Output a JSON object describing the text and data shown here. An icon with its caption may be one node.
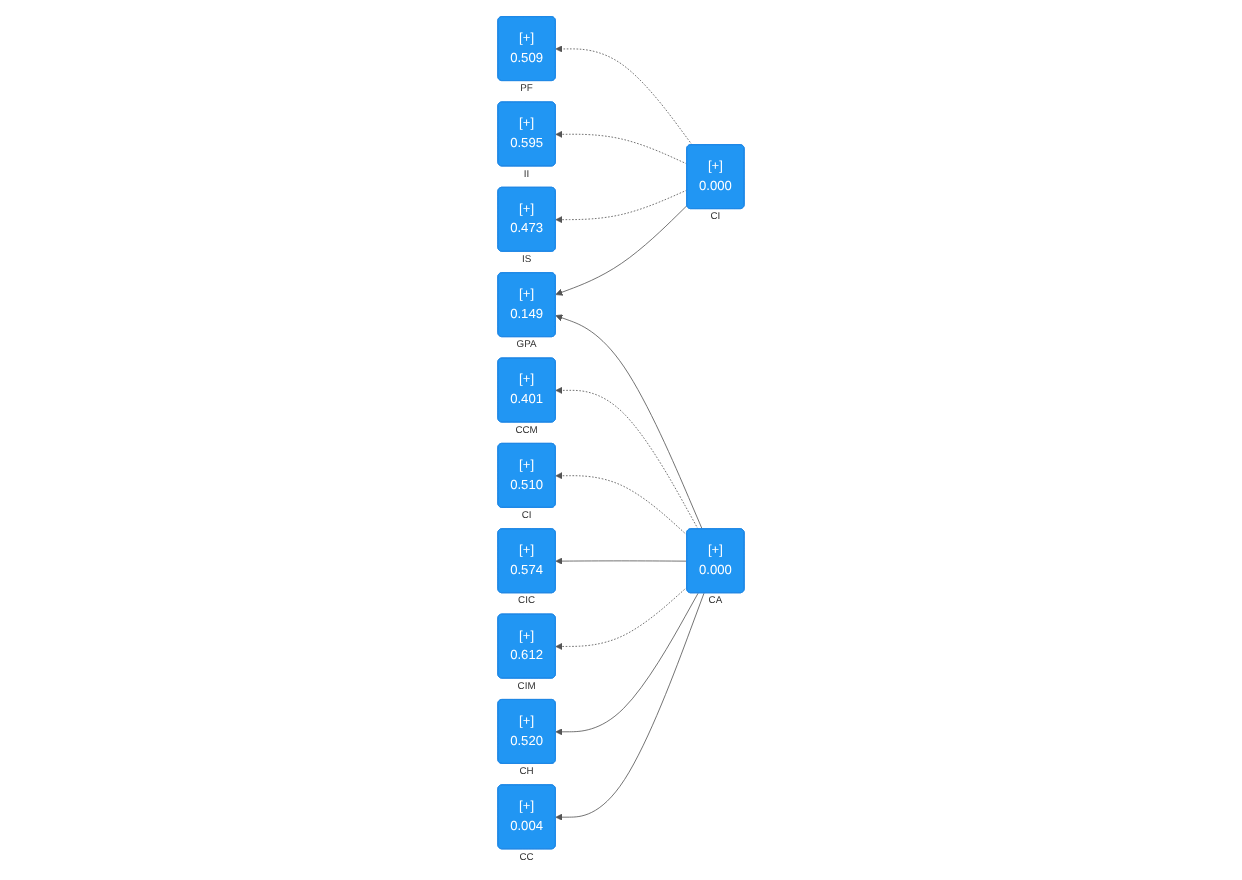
{
  "diagram": {
    "nodes": [
      {
        "text": [
          "[+]",
          "0.509"
        ],
        "beside": [
          "PF"
        ]
      },
      {
        "text": [
          "[+]",
          "0.595"
        ],
        "beside": [
          "II"
        ]
      },
      {
        "text": [
          "[+]",
          "0.473"
        ],
        "beside": [
          "IS"
        ]
      },
      {
        "text": [
          "[+]",
          "0.000"
        ],
        "beside": [
          "CI"
        ]
      },
      {
        "text": [
          "[+]",
          "0.149"
        ],
        "beside": [
          "GPA"
        ]
      },
      {
        "text": [
          "[+]",
          "0.401"
        ],
        "beside": [
          "CCM"
        ]
      },
      {
        "text": [
          "[+]",
          "0.510"
        ],
        "beside": [
          "CI"
        ]
      },
      {
        "text": [
          "[+]",
          "0.574"
        ],
        "beside": [
          "CIC"
        ]
      },
      {
        "text": [
          "[+]",
          "0.612"
        ],
        "beside": [
          "CIM"
        ]
      },
      {
        "text": [
          "[+]",
          "0.520"
        ],
        "beside": [
          "CH"
        ]
      },
      {
        "text": [
          "[+]",
          "0.004"
        ],
        "beside": [
          "CC"
        ]
      },
      {
        "text": [
          "[+]",
          "0.000"
        ],
        "beside": [
          "CA"
        ]
      }
    ],
    "edges": [
      {
        "from": 3,
        "to": 0,
        "arrow": "to",
        "style": "dashed"
      },
      {
        "from": 3,
        "to": 1,
        "arrow": "to",
        "style": "dashed"
      },
      {
        "from": 3,
        "to": 2,
        "arrow": "to",
        "style": "dashed"
      },
      {
        "from": 3,
        "to": 4,
        "arrow": "to"
      },
      {
        "from": 11,
        "to": 4,
        "arrow": "to"
      },
      {
        "from": 11,
        "to": 5,
        "arrow": "to",
        "style": "dashed"
      },
      {
        "from": 11,
        "to": 6,
        "arrow": "to",
        "style": "dashed"
      },
      {
        "from": 11,
        "to": 7,
        "arrow": "to"
      },
      {
        "from": 11,
        "to": 8,
        "arrow": "to",
        "style": "dashed"
      },
      {
        "from": 11,
        "to": 9,
        "arrow": "to"
      },
      {
        "from": 11,
        "to": 10,
        "arrow": "to"
      }
    ]
  }
}
